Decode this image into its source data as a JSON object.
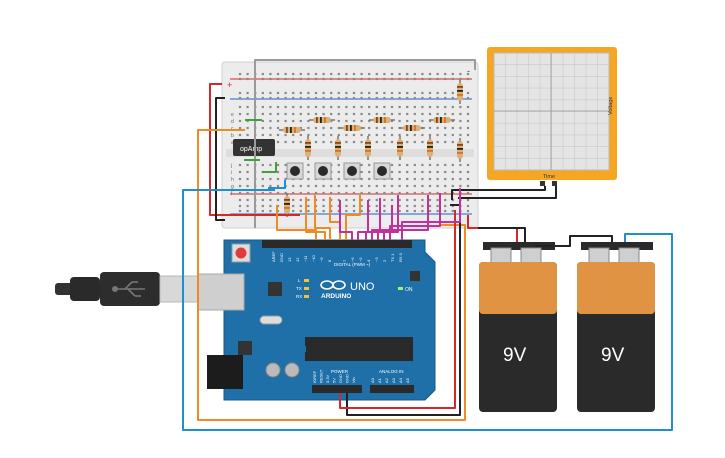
{
  "breadboard": {
    "rail_plus": "+",
    "rail_minus": "-",
    "row_labels_left": [
      "a",
      "b",
      "c",
      "d",
      "e",
      "f",
      "g",
      "h",
      "i",
      "j"
    ],
    "opamp_label": "opAmp"
  },
  "oscilloscope": {
    "y_axis_label": "Voltage",
    "x_axis_label": "Time"
  },
  "arduino": {
    "brand": "ARDUINO",
    "model": "UNO",
    "header_digital": "DIGITAL (PWM ~)",
    "header_power": "POWER",
    "header_analog": "ANALOG IN",
    "led_on": "ON",
    "led_tx": "TX",
    "led_rx": "RX",
    "led_l": "L",
    "pins_top_left": [
      "AREF",
      "GND",
      "13",
      "12",
      "~11",
      "~10",
      "~9",
      "8"
    ],
    "pins_top_right": [
      "7",
      "~6",
      "~5",
      "4",
      "~3",
      "2",
      "TX 1",
      "RX 0"
    ],
    "pins_power": [
      "IOREF",
      "RESET",
      "3.3V",
      "5V",
      "GND",
      "GND",
      "Vin"
    ],
    "pins_analog": [
      "A0",
      "A1",
      "A2",
      "A3",
      "A4",
      "A5"
    ]
  },
  "batteries": [
    {
      "label": "9V"
    },
    {
      "label": "9V"
    }
  ],
  "colors": {
    "wire_orange": "#f08a24",
    "wire_blue": "#1f8fd0",
    "wire_red": "#d62828",
    "wire_black": "#222222",
    "wire_magenta": "#c2309a",
    "wire_green": "#3fa33a",
    "wire_gray": "#9a9a9a",
    "board_blue": "#1f6fa8",
    "scope_frame": "#f5a623",
    "battery_top": "#e09443"
  }
}
